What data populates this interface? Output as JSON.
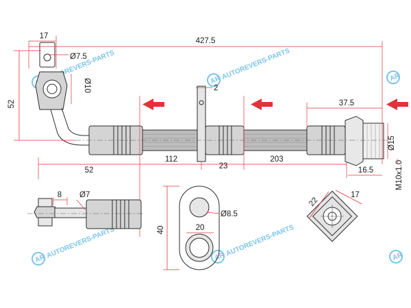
{
  "dimensions": {
    "overall_length": "427.5",
    "flange_width": "17",
    "bolt_hole_dia": "Ø7.5",
    "eye_dia": "Ø10",
    "height_52": "52",
    "bracket_thickness": "2",
    "end_fitting_len": "37.5",
    "end_dia": "Ø15",
    "offset_52": "52",
    "seg_112": "112",
    "seg_23": "23",
    "seg_203": "203",
    "hex_16_5": "16.5",
    "thread": "M10x1.0",
    "clip_width": "8",
    "clip_hole": "Ø7",
    "bracket_height": "40",
    "bracket_hole": "Ø8.5",
    "bracket_width": "20",
    "hex_22": "22",
    "hex_17": "17"
  },
  "watermark": {
    "text": "AUTOREVERS-PARTS",
    "logo": "AR"
  },
  "colors": {
    "dimension_lines": "#e0333a",
    "watermark": "#7cc4e8",
    "outline": "#2b2b2b",
    "fill": "#d4d4d4"
  }
}
